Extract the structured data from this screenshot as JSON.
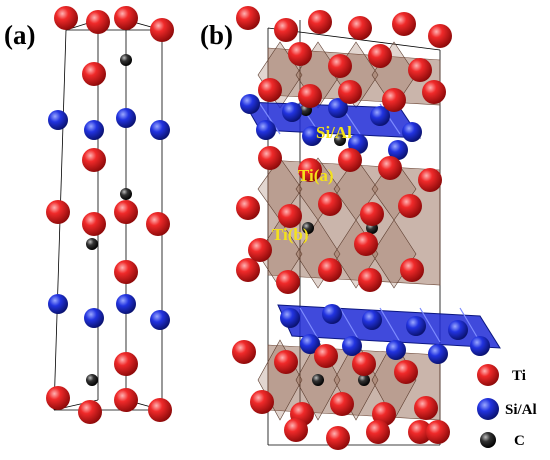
{
  "panels": {
    "a": {
      "label": "(a)"
    },
    "b": {
      "label": "(b)"
    }
  },
  "site_labels": {
    "si_al": "Si/Al",
    "ti_a": "Ti(a)",
    "ti_b": "Ti(b)"
  },
  "legend": [
    {
      "label": "Ti",
      "color": "#e8141b"
    },
    {
      "label": "Si/Al",
      "color": "#1f2ad6"
    },
    {
      "label": "C",
      "color": "#1e1e1e"
    }
  ],
  "colors": {
    "ti": "#e8141b",
    "si_al": "#1f2ad6",
    "carbon": "#1e1e1e",
    "octahedron": "#8a5a44",
    "bond_plane": "#1f2ad6",
    "cell_line": "#000000"
  }
}
